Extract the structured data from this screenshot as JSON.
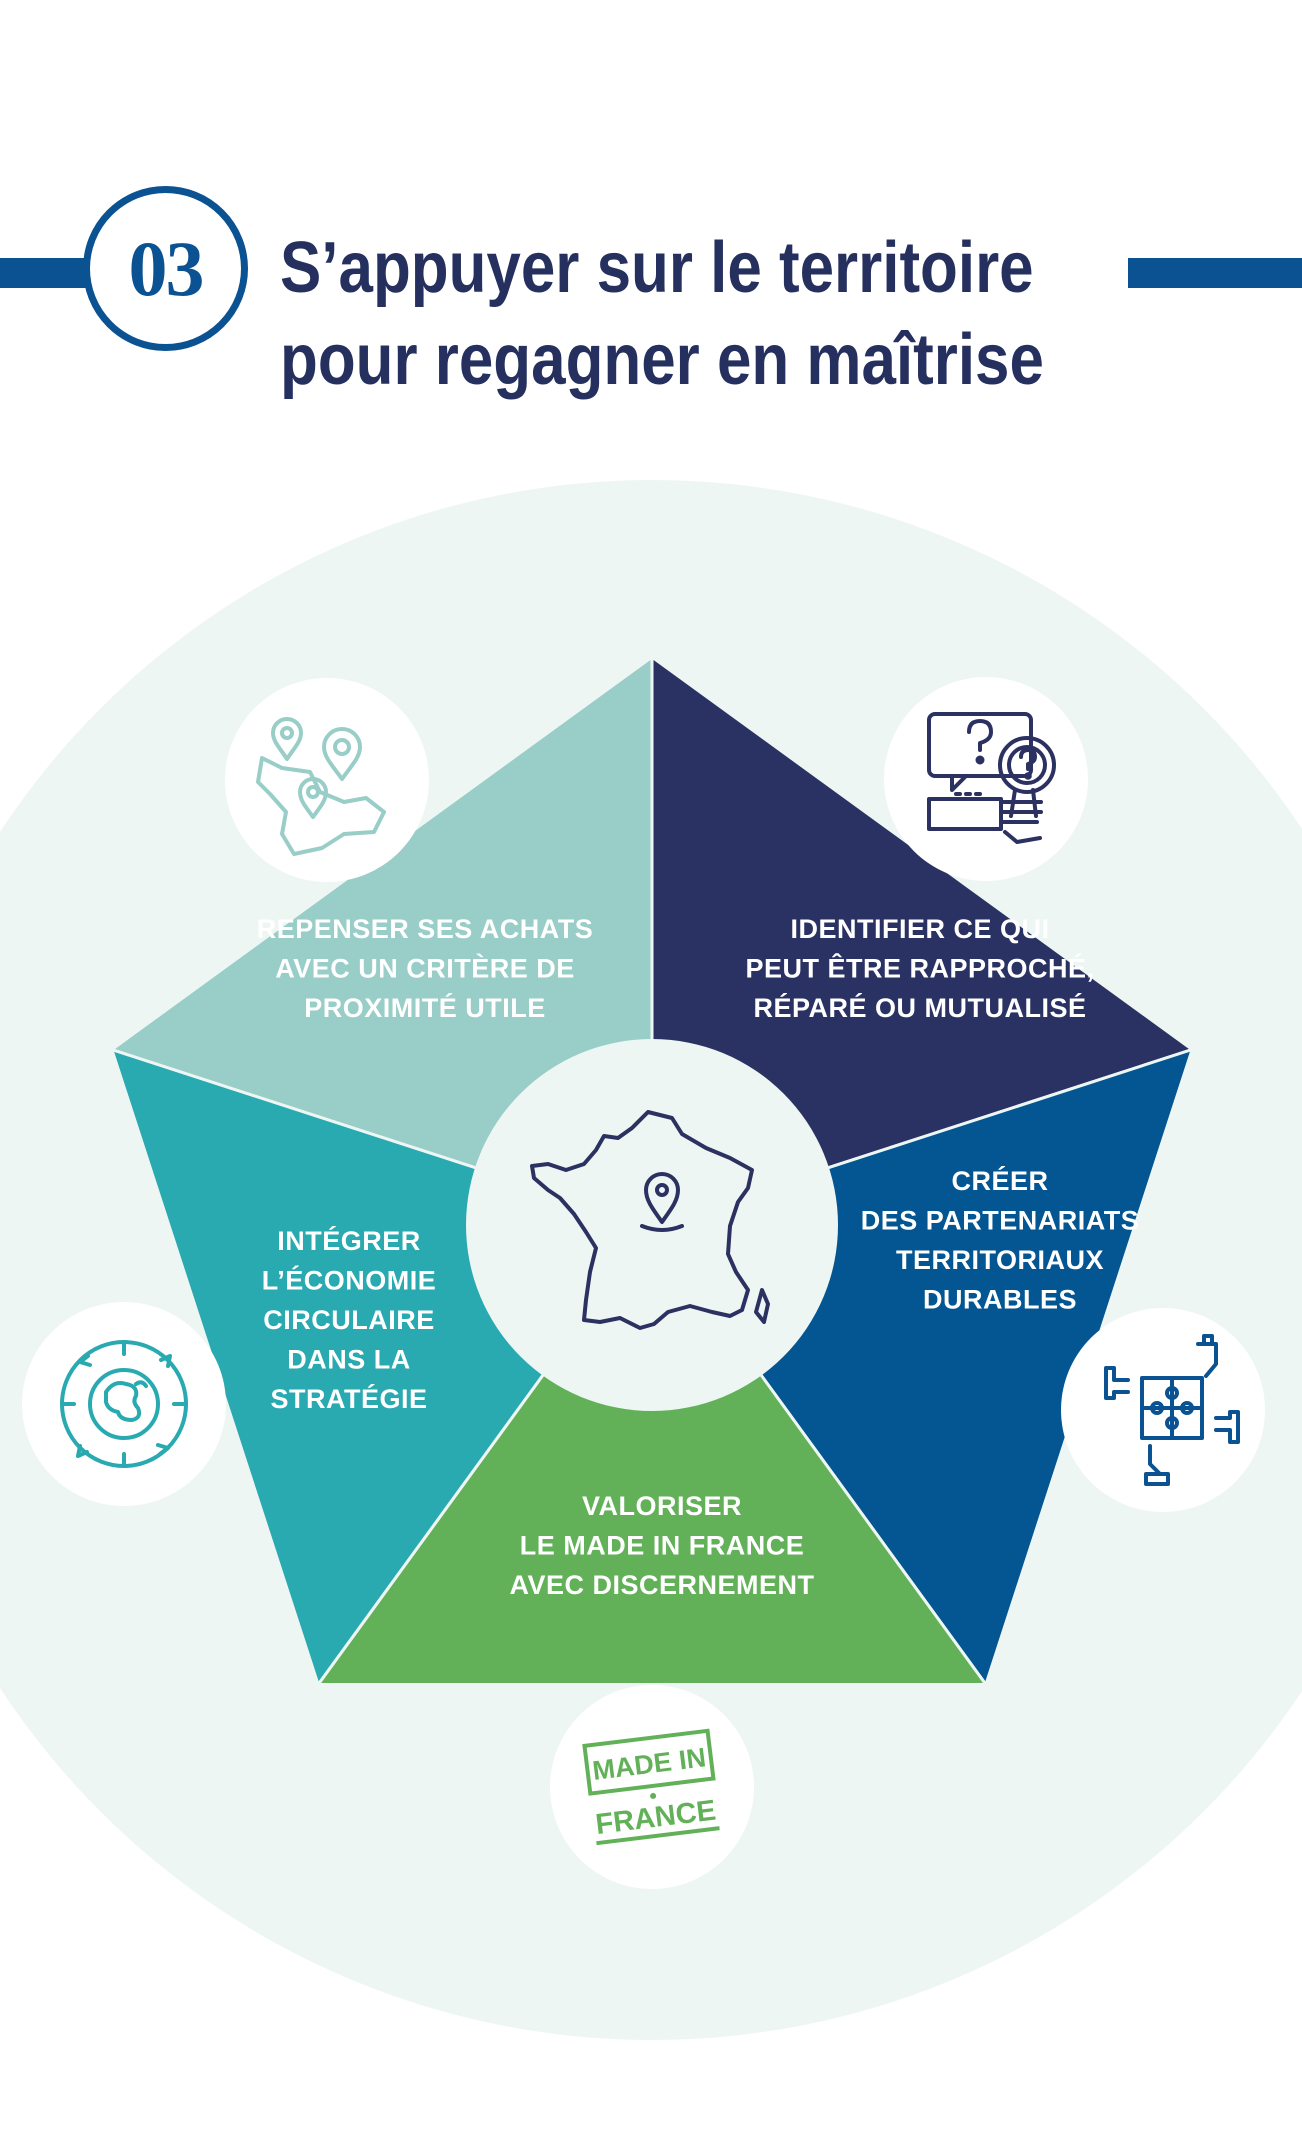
{
  "header": {
    "number": "03",
    "title_line1": "S’appuyer sur le territoire",
    "title_line2": "pour regagner en maîtrise"
  },
  "segments": [
    {
      "lines": [
        "IDENTIFIER CE QUI",
        "PEUT ÊTRE RAPPROCHÉ,",
        "RÉPARÉ OU MUTUALISÉ"
      ],
      "color": "#293262",
      "icon": "magnifier-question-icon"
    },
    {
      "lines": [
        "CRÉER",
        "DES PARTENARIATS",
        "TERRITORIAUX",
        "DURABLES"
      ],
      "color": "#035692",
      "icon": "puzzle-hands-icon"
    },
    {
      "lines": [
        "VALORISER",
        "LE MADE IN FRANCE",
        "AVEC DISCERNEMENT"
      ],
      "color": "#62b158",
      "icon": "made-in-france-stamp-icon"
    },
    {
      "lines": [
        "INTÉGRER",
        "L’ÉCONOMIE",
        "CIRCULAIRE",
        "DANS LA",
        "STRATÉGIE"
      ],
      "color": "#29a9b0",
      "icon": "circular-globe-icon"
    },
    {
      "lines": [
        "REPENSER SES ACHATS",
        "AVEC UN CRITÈRE DE",
        "PROXIMITÉ UTILE"
      ],
      "color": "#98cdc8",
      "icon": "map-pins-icon"
    }
  ],
  "stamp": {
    "line1": "MADE IN",
    "line2": "FRANCE"
  },
  "center": {
    "icon": "france-map-pin-icon"
  },
  "colors": {
    "navy": "#25305f",
    "blue": "#0a5291",
    "halo": "#eef6f4"
  }
}
